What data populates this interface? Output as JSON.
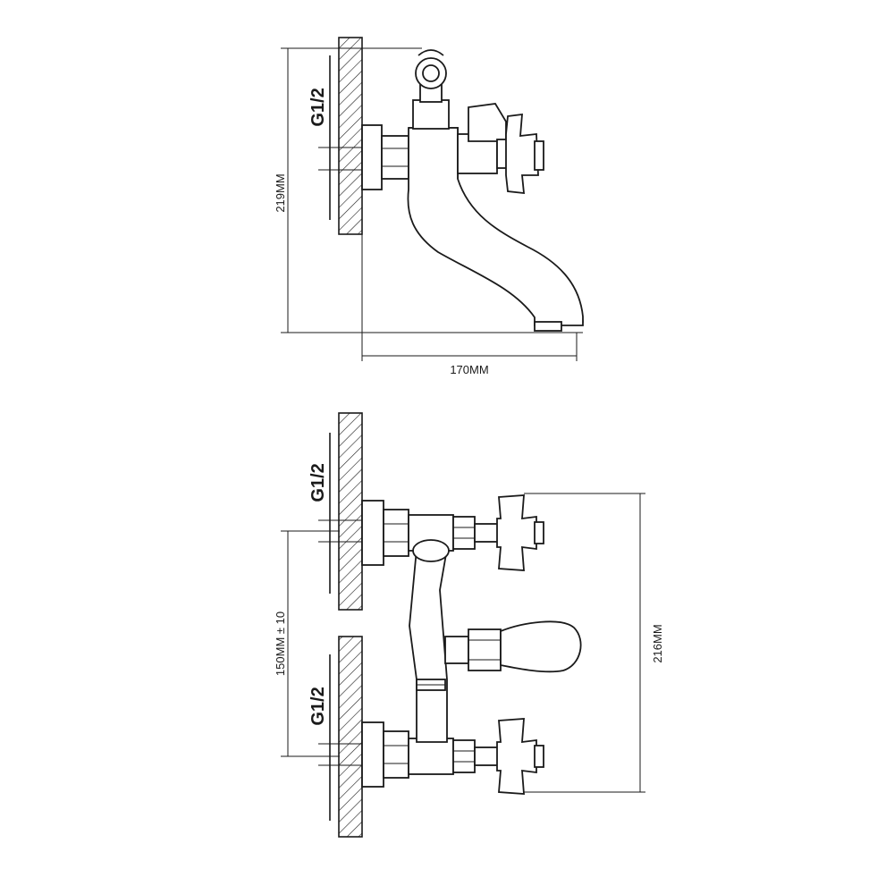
{
  "side_view": {
    "thread_label": "G1/2",
    "height_label": "219MM",
    "depth_label": "170MM"
  },
  "front_view": {
    "thread_label_top": "G1/2",
    "thread_label_bottom": "G1/2",
    "spacing_label": "150MM ± 10",
    "height_label": "216MM"
  },
  "colors": {
    "line": "#1a1a1a",
    "background": "#ffffff"
  }
}
